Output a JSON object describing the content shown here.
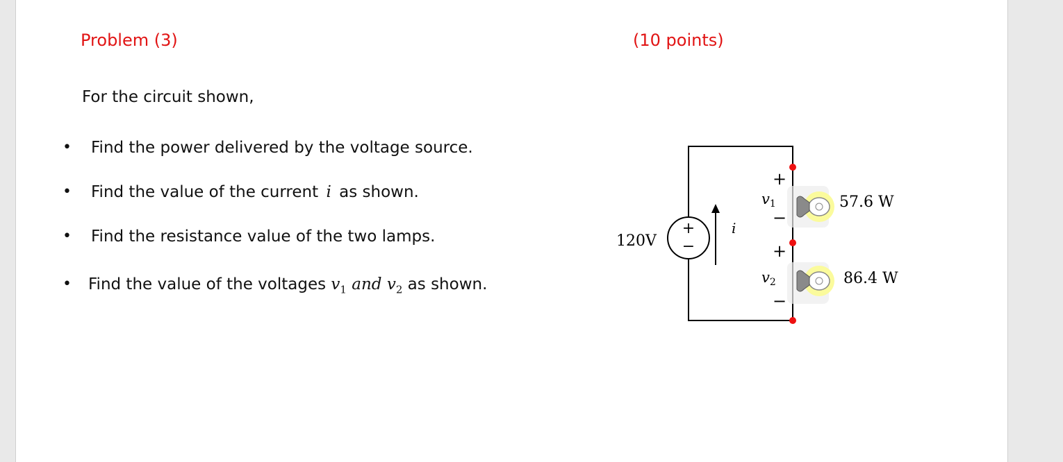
{
  "header": {
    "problem_label": "Problem (3)",
    "points_label": "(10 points)"
  },
  "intro": "For the circuit shown,",
  "bullets": [
    {
      "text": "Find the power delivered by the voltage source."
    },
    {
      "pre": "Find the value of the current ",
      "math": "i",
      "post": " as shown."
    },
    {
      "text": "Find the  resistance value  of the two lamps."
    },
    {
      "pre": "Find the value of the voltages  ",
      "v1": "v",
      "v1_sub": "1",
      "and": " and ",
      "v2": "v",
      "v2_sub": "2",
      "post": " as shown."
    }
  ],
  "circuit": {
    "source_voltage": "120V",
    "current_label": "i",
    "source_plus": "+",
    "source_minus": "−",
    "lamp1": {
      "voltage_var": "v",
      "voltage_sub": "1",
      "plus": "+",
      "minus": "−",
      "power": "57.6 W"
    },
    "lamp2": {
      "voltage_var": "v",
      "voltage_sub": "2",
      "plus": "+",
      "minus": "−",
      "power": "86.4 W"
    },
    "colors": {
      "wire": "#000000",
      "node": "#ee1111",
      "lamp_glow": "#fbfb9c",
      "lamp_socket": "#8a8a8a"
    }
  }
}
